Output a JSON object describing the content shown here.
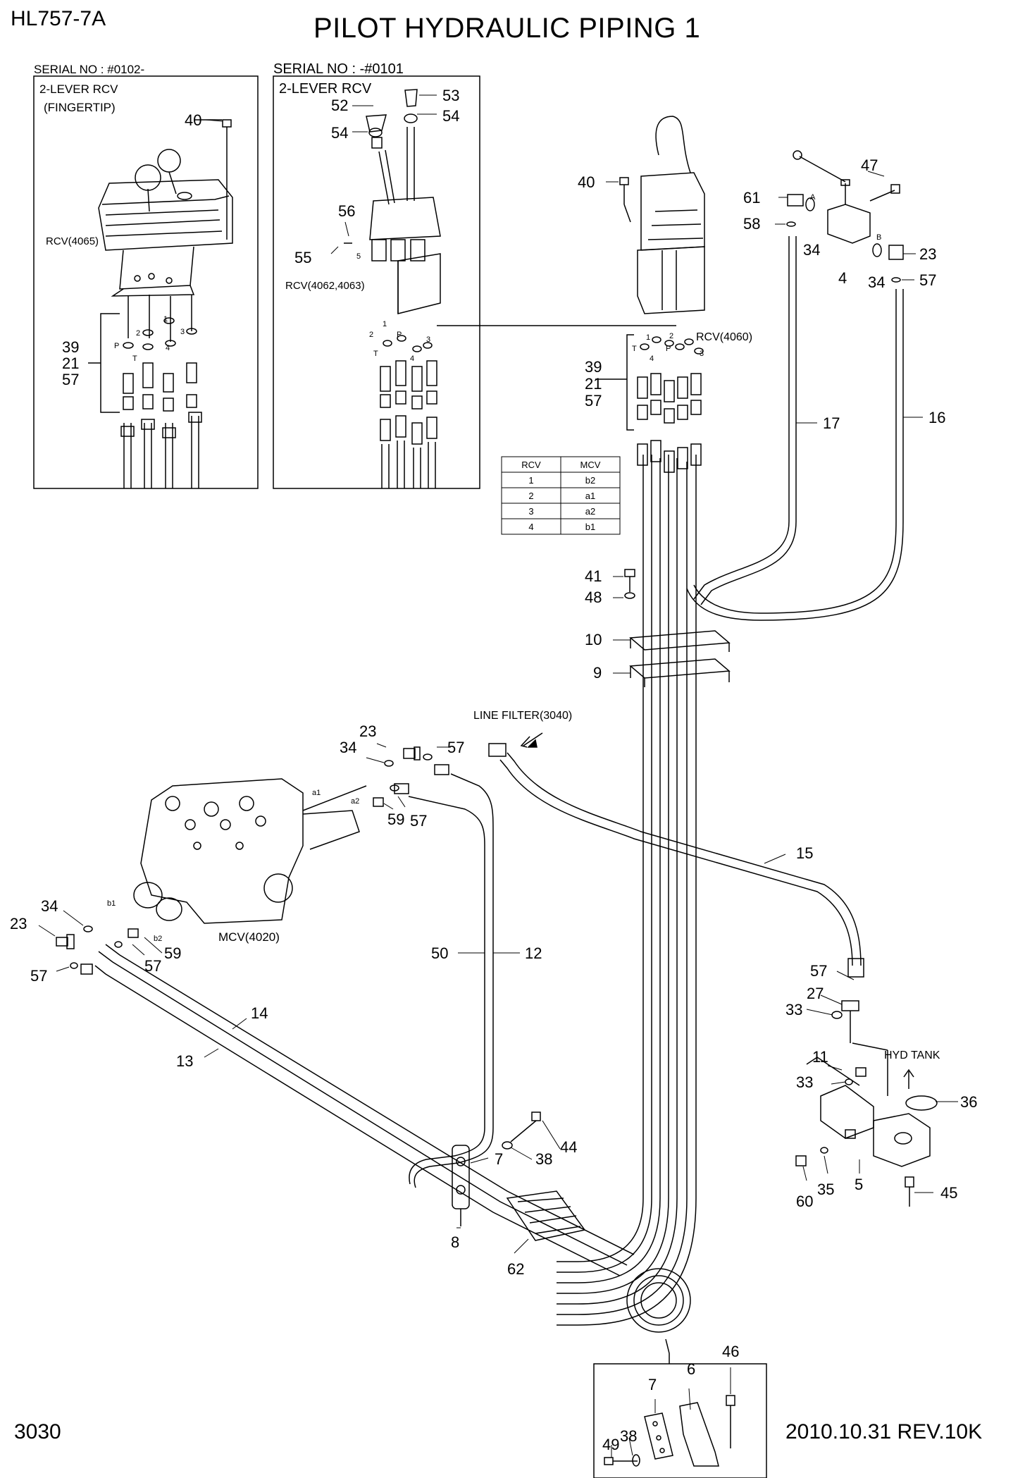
{
  "header": {
    "model": "HL757-7A",
    "title": "PILOT HYDRAULIC PIPING 1",
    "sheet_number": "3030",
    "revision": "2010.10.31  REV.10K"
  },
  "panels": {
    "left": {
      "serial": "SERIAL NO : #0102-",
      "rcv_type_1": "2-LEVER RCV",
      "rcv_type_2": "(FINGERTIP)",
      "rcv_code": "RCV(4065)",
      "port_labels": [
        "P",
        "2",
        "T",
        "1",
        "4",
        "3"
      ]
    },
    "middle": {
      "serial": "SERIAL NO : -#0101",
      "rcv_type": "2-LEVER RCV",
      "rcv_code": "RCV(4062,4063)",
      "port_labels": [
        "1",
        "P",
        "2",
        "T",
        "3",
        "4",
        "5"
      ]
    }
  },
  "labels": {
    "rcv_main": "RCV(4060)",
    "line_filter": "LINE FILTER(3040)",
    "mcv": "MCV(4020)",
    "hyd_tank": "HYD TANK",
    "port_a": "A",
    "port_b": "B",
    "mcv_a1": "a1",
    "mcv_a2": "a2",
    "mcv_b1": "b1",
    "mcv_b2": "b2",
    "rcv_ports": [
      "T",
      "1",
      "4",
      "2",
      "P",
      "3"
    ]
  },
  "table": {
    "headers": [
      "RCV",
      "MCV"
    ],
    "rows": [
      [
        "1",
        "b2"
      ],
      [
        "2",
        "a1"
      ],
      [
        "3",
        "a2"
      ],
      [
        "4",
        "b1"
      ]
    ]
  },
  "callouts": {
    "c1": "40",
    "c2": "39",
    "c3": "21",
    "c4": "57",
    "c5": "52",
    "c6": "53",
    "c7": "54",
    "c8": "54",
    "c9": "56",
    "c10": "55",
    "c11": "40",
    "c12": "39",
    "c13": "21",
    "c14": "57",
    "c15": "61",
    "c16": "58",
    "c17": "34",
    "c18": "47",
    "c19": "4",
    "c20": "34",
    "c21": "23",
    "c22": "57",
    "c23": "17",
    "c24": "16",
    "c25": "41",
    "c26": "48",
    "c27": "10",
    "c28": "9",
    "c29": "23",
    "c30": "34",
    "c31": "57",
    "c32": "59",
    "c33": "57",
    "c34": "34",
    "c35": "23",
    "c36": "57",
    "c37": "57",
    "c38": "59",
    "c39": "50",
    "c40": "12",
    "c41": "15",
    "c42": "14",
    "c43": "13",
    "c44": "57",
    "c45": "27",
    "c46": "33",
    "c47": "11",
    "c48": "33",
    "c49": "36",
    "c50": "5",
    "c51": "35",
    "c52": "60",
    "c53": "45",
    "c54": "44",
    "c55": "38",
    "c56": "7",
    "c57": "8",
    "c58": "62",
    "c59": "6",
    "c60": "7",
    "c61": "46",
    "c62": "38",
    "c63": "49"
  }
}
